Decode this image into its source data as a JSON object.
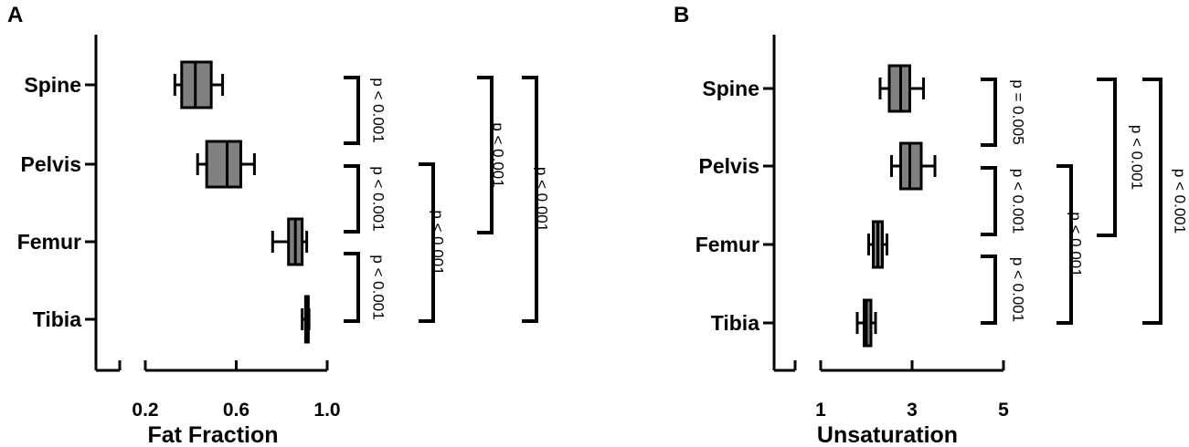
{
  "chart_data": [
    {
      "type": "box",
      "panel_label": "A",
      "xlabel": "Fat  Fraction",
      "categories": [
        "Spine",
        "Pelvis",
        "Femur",
        "Tibia"
      ],
      "xticks": [
        0.2,
        0.6,
        1.0
      ],
      "xtick_labels": [
        "0.2",
        "0.6",
        "1.0"
      ],
      "xlim": [
        0.1,
        1.0
      ],
      "axis_break": true,
      "boxes": [
        {
          "category": "Spine",
          "min": 0.33,
          "q1": 0.36,
          "median": 0.42,
          "q3": 0.49,
          "max": 0.54
        },
        {
          "category": "Pelvis",
          "min": 0.43,
          "q1": 0.47,
          "median": 0.56,
          "q3": 0.62,
          "max": 0.68
        },
        {
          "category": "Femur",
          "min": 0.76,
          "q1": 0.83,
          "median": 0.86,
          "q3": 0.89,
          "max": 0.91
        },
        {
          "category": "Tibia",
          "min": 0.89,
          "q1": 0.905,
          "median": 0.91,
          "q3": 0.915,
          "max": 0.92
        }
      ],
      "comparisons": [
        {
          "from": "Spine",
          "to": "Pelvis",
          "label": "p < 0.001"
        },
        {
          "from": "Pelvis",
          "to": "Femur",
          "label": "p < 0.001"
        },
        {
          "from": "Femur",
          "to": "Tibia",
          "label": "p < 0.001"
        },
        {
          "from": "Pelvis",
          "to": "Tibia",
          "label": "p < 0.001"
        },
        {
          "from": "Spine",
          "to": "Femur",
          "label": "p < 0.001"
        },
        {
          "from": "Spine",
          "to": "Tibia",
          "label": "p < 0.001"
        }
      ]
    },
    {
      "type": "box",
      "panel_label": "B",
      "xlabel": "Unsaturation",
      "categories": [
        "Spine",
        "Pelvis",
        "Femur",
        "Tibia"
      ],
      "xticks": [
        1,
        3,
        5
      ],
      "xtick_labels": [
        "1",
        "3",
        "5"
      ],
      "xlim": [
        0.5,
        5
      ],
      "axis_break": true,
      "boxes": [
        {
          "category": "Spine",
          "min": 2.3,
          "q1": 2.5,
          "median": 2.75,
          "q3": 2.95,
          "max": 3.25
        },
        {
          "category": "Pelvis",
          "min": 2.55,
          "q1": 2.75,
          "median": 2.95,
          "q3": 3.2,
          "max": 3.5
        },
        {
          "category": "Femur",
          "min": 2.05,
          "q1": 2.15,
          "median": 2.25,
          "q3": 2.35,
          "max": 2.45
        },
        {
          "category": "Tibia",
          "min": 1.8,
          "q1": 1.95,
          "median": 2.0,
          "q3": 2.1,
          "max": 2.2
        }
      ],
      "comparisons": [
        {
          "from": "Spine",
          "to": "Pelvis",
          "label": "p = 0.005"
        },
        {
          "from": "Pelvis",
          "to": "Femur",
          "label": "p < 0.001"
        },
        {
          "from": "Femur",
          "to": "Tibia",
          "label": "p < 0.001"
        },
        {
          "from": "Pelvis",
          "to": "Tibia",
          "label": "p < 0.001"
        },
        {
          "from": "Spine",
          "to": "Femur",
          "label": "p < 0.001"
        },
        {
          "from": "Spine",
          "to": "Tibia",
          "label": "p < 0.001"
        }
      ]
    }
  ],
  "colors": {
    "box_fill": "#808080",
    "line": "#000000"
  }
}
